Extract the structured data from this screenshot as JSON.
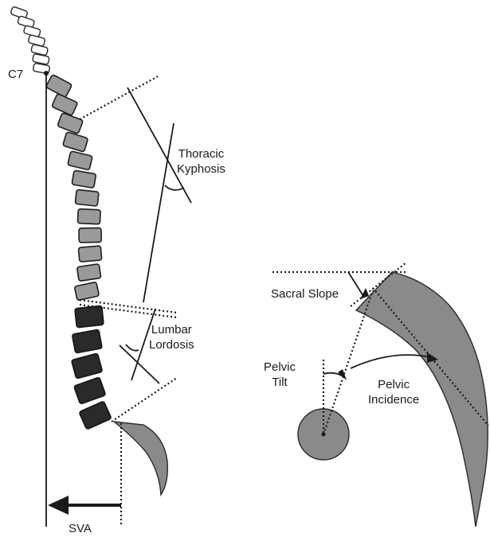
{
  "labels": {
    "c7": "C7",
    "thoracic_kyphosis": [
      "Thoracic",
      "Kyphosis"
    ],
    "lumbar_lordosis": [
      "Lumbar",
      "Lordosis"
    ],
    "sva": "SVA",
    "sacral_slope": "Sacral Slope",
    "pelvic_tilt": [
      "Pelvic",
      "Tilt"
    ],
    "pelvic_incidence": [
      "Pelvic",
      "Incidence"
    ]
  },
  "colors": {
    "cervical_vertebra": "#ffffff",
    "thoracic_vertebra": "#9a9a9a",
    "lumbar_vertebra": "#2a2a2a",
    "bone": "#8a8a8a",
    "line": "#1a1a1a"
  },
  "vertebrae": {
    "cervical_count": 7,
    "thoracic_count": 12,
    "lumbar_count": 5
  }
}
